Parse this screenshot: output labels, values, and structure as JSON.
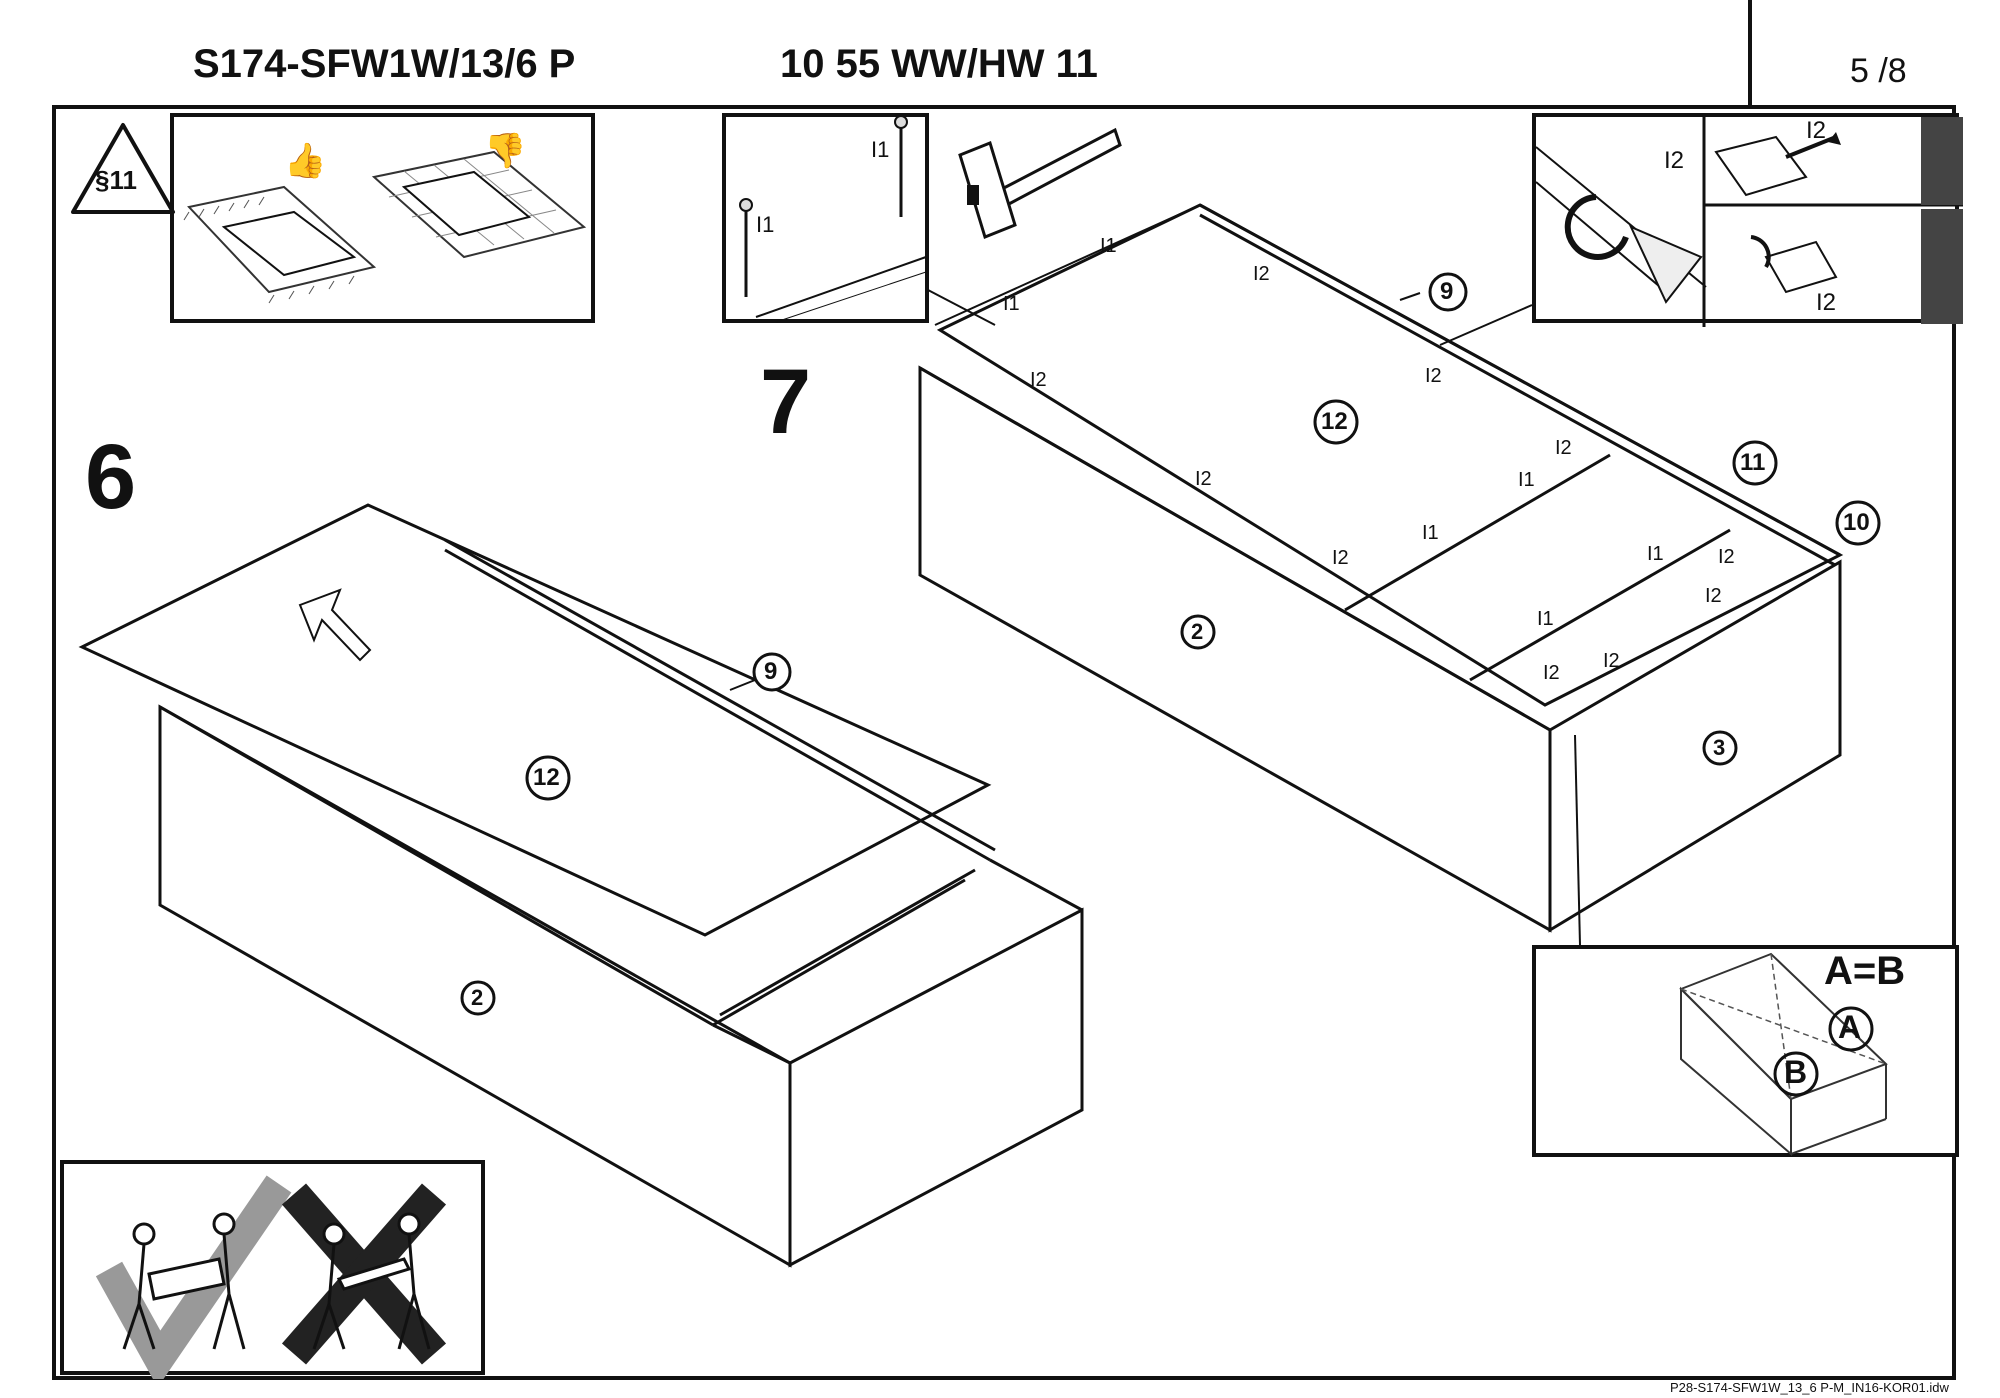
{
  "header": {
    "code_left": "S174-SFW1W/13/6 P",
    "code_center": "10 55 WW/HW 11",
    "page": "5 /8"
  },
  "warning_badge": "§11",
  "steps": {
    "left": "6",
    "right": "7"
  },
  "parts": {
    "p9": "9",
    "p12": "12",
    "p2": "2",
    "p11": "11",
    "p10": "10",
    "p3": "3"
  },
  "fasteners": {
    "i1": "I1",
    "i2": "I2"
  },
  "equal_label": "A=B",
  "label_a": "A",
  "label_b": "B",
  "footer_file": "P28-S174-SFW1W_13_6 P-M_IN16-KOR01.idw"
}
